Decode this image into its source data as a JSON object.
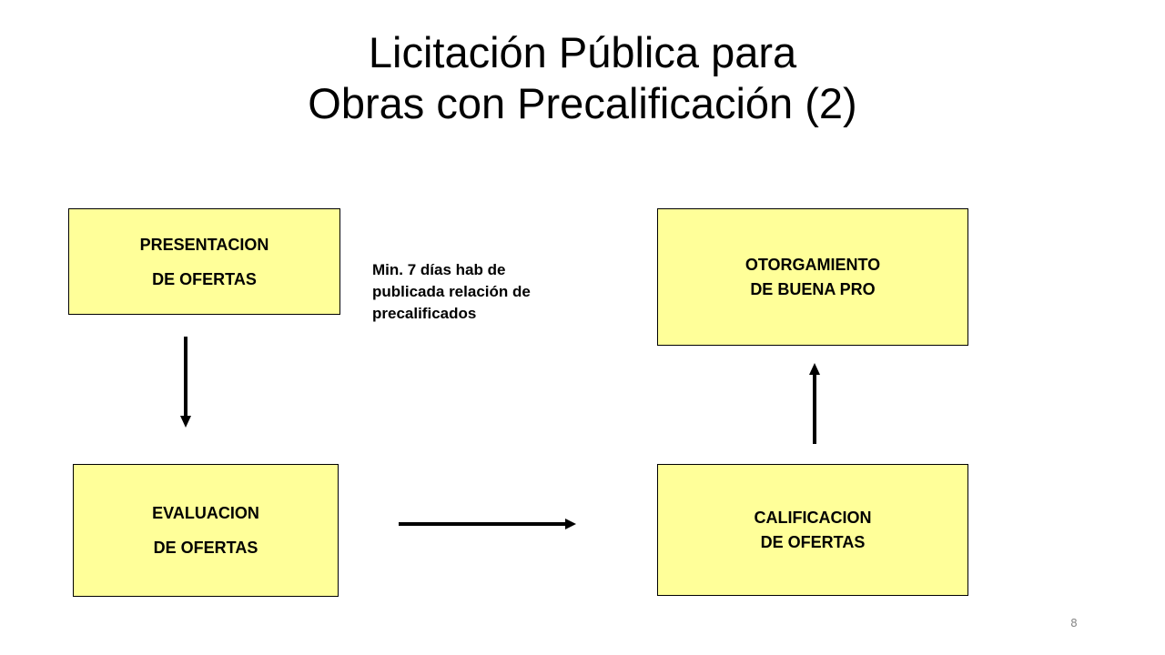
{
  "title": {
    "line1": "Licitación Pública para",
    "line2": "Obras con Precalificación (2)"
  },
  "boxes": {
    "presentacion": {
      "line1": "PRESENTACION",
      "line2": "DE OFERTAS"
    },
    "evaluacion": {
      "line1": "EVALUACION",
      "line2": "DE OFERTAS"
    },
    "calificacion": {
      "line1": "CALIFICACION",
      "line2": "DE OFERTAS"
    },
    "otorgamiento": {
      "line1": "OTORGAMIENTO",
      "line2": "DE BUENA PRO"
    }
  },
  "note": {
    "line1": "Min. 7 días hab de",
    "line2": "publicada relación de",
    "line3": "precalificados"
  },
  "page_number": "8",
  "colors": {
    "box_fill": "#ffff99",
    "box_border": "#000000",
    "arrow": "#000000"
  }
}
